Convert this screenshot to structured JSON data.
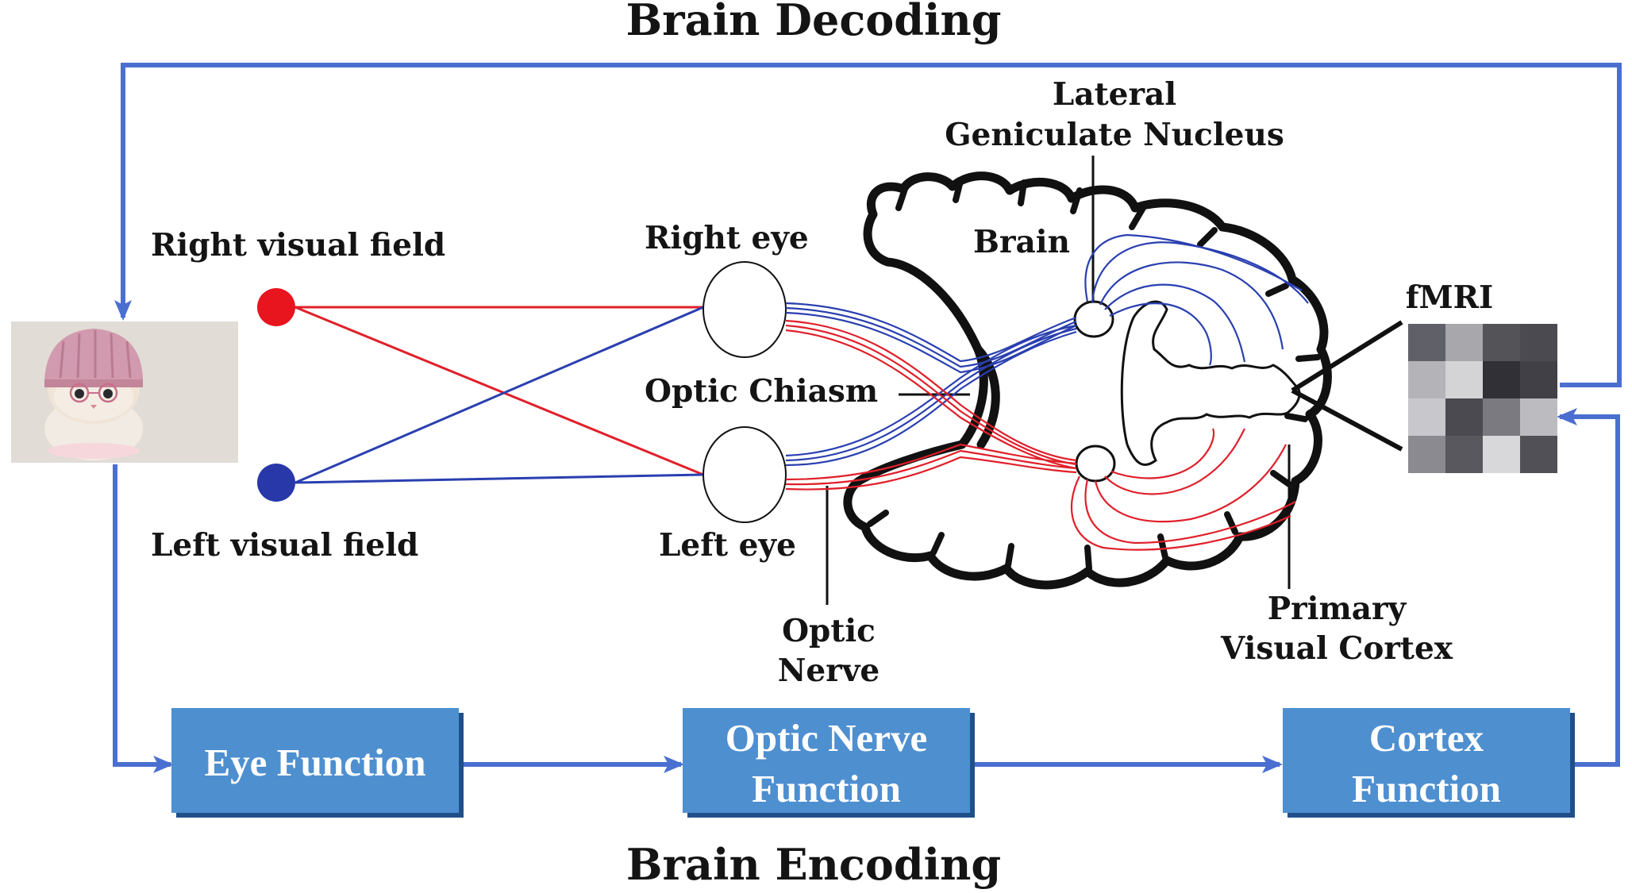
{
  "titles": {
    "top": "Brain Decoding",
    "bottom": "Brain Encoding"
  },
  "labels": {
    "right_visual_field": "Right visual field",
    "left_visual_field": "Left visual field",
    "right_eye": "Right eye",
    "left_eye": "Left eye",
    "optic_chiasm": "Optic Chiasm",
    "optic_nerve": [
      "Optic",
      "Nerve"
    ],
    "brain": "Brain",
    "lgn": [
      "Lateral",
      "Geniculate Nucleus"
    ],
    "primary_visual_cortex": [
      "Primary",
      "Visual Cortex"
    ],
    "fmri": "fMRI"
  },
  "boxes": {
    "eye_function": [
      "Eye Function"
    ],
    "optic_nerve_function": [
      "Optic Nerve",
      "Function"
    ],
    "cortex_function": [
      "Cortex",
      "Function"
    ]
  },
  "stimulus": {
    "description_icon": "kitten-with-pink-knit-hat-image"
  },
  "colors": {
    "arrow_blue": "#4a6fd0",
    "box_fill": "#4e8fd0",
    "box_shadow": "#20508a",
    "red_pathway": "#e0202a",
    "blue_pathway": "#2a3fb0",
    "right_field_dot": "#e8141e",
    "left_field_dot": "#2838a8",
    "outline": "#111111"
  },
  "fmri_grid": [
    [
      "#606068",
      "#a8a8ac",
      "#545458",
      "#4a4a50"
    ],
    [
      "#b4b4b8",
      "#d4d4d6",
      "#303036",
      "#404046"
    ],
    [
      "#c8c8cc",
      "#4a4a50",
      "#7a7a80",
      "#bcbcc0"
    ],
    [
      "#8a8a90",
      "#58585e",
      "#d8d8da",
      "#505056"
    ]
  ]
}
